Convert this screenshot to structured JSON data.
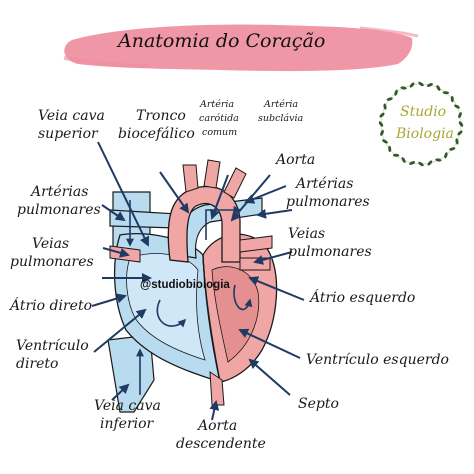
{
  "title": "Anatomia do Coração",
  "logo": {
    "line1": "Studio",
    "line2": "Biologia"
  },
  "watermark": "@studiobiologia",
  "labels": {
    "veia_cava_superior": [
      "Veia cava",
      "superior"
    ],
    "tronco_biocefalico": [
      "Tronco",
      "biocefálico"
    ],
    "arteria_carotida_comum": [
      "Artéria",
      "carótida",
      "comum"
    ],
    "arteria_subclavia": [
      "Artéria",
      "subclávia"
    ],
    "aorta": "Aorta",
    "arterias_pulmonares_left": [
      "Artérias",
      "pulmonares"
    ],
    "arterias_pulmonares_right": [
      "Artérias",
      "pulmonares"
    ],
    "veias_pulmonares_left": [
      "Veias",
      "pulmonares"
    ],
    "veias_pulmonares_right": [
      "Veias",
      "pulmonares"
    ],
    "atrio_direto": "Átrio direto",
    "atrio_esquerdo": "Átrio esquerdo",
    "ventriculo_direto": [
      "Ventrículo",
      "direto"
    ],
    "ventriculo_esquerdo": "Ventrículo esquerdo",
    "septo": "Septo",
    "veia_cava_inferior": [
      "Veia cava",
      "inferior"
    ],
    "aorta_descendente": [
      "Aorta",
      "descendente"
    ]
  },
  "colors": {
    "banner": "#ee8e9e",
    "heart_red": "#f1a6a6",
    "heart_red_dark": "#e59090",
    "heart_blue": "#b9dbf0",
    "outline": "#1a1a1a",
    "arrow": "#1f3a63",
    "logo_green": "#8c9a3a"
  }
}
